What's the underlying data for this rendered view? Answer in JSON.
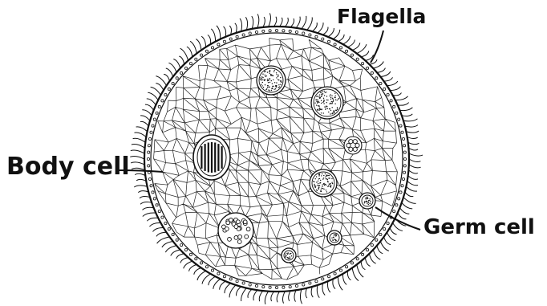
{
  "labels": {
    "flagella": "Flagella",
    "body_cell": "Body cell",
    "germ_cell": "Germ cell"
  },
  "colors": {
    "ink": "#111111",
    "background": "#ffffff"
  }
}
